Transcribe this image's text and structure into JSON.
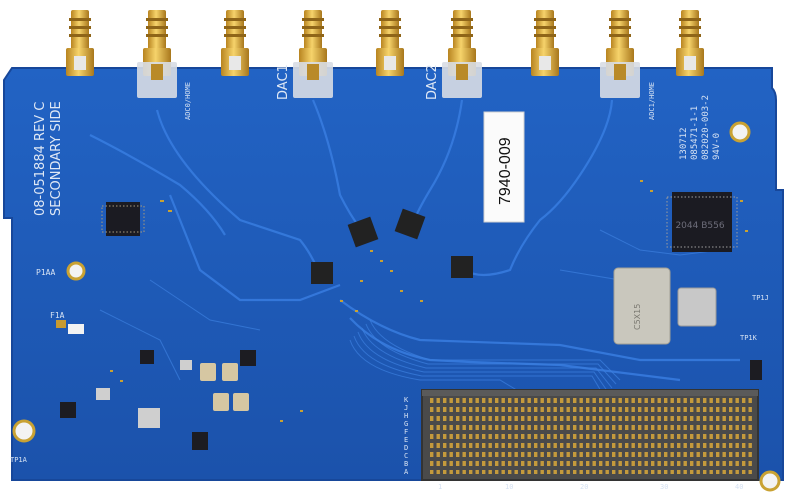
{
  "board": {
    "part_number": "08-051884 REV C",
    "side_label": "SECONDARY SIDE",
    "sticker": "7940-009",
    "port_labels": {
      "dac1": "DAC1",
      "dac2": "DAC2",
      "adc0": "ADC0/HOME",
      "adc1": "ADC1/HOME"
    },
    "right_info": [
      "130712",
      "085471-1-1",
      "082020-003-2",
      "94V-0"
    ],
    "components": {
      "chip_marking": "2044\nB556",
      "oscillator_marking": "C5X15",
      "p1aa": "P1AA",
      "tp1a": "TP1A",
      "f1a": "F1A",
      "tp1k": "TP1K",
      "tp1j": "TP1J"
    },
    "connector_rows": [
      "A",
      "B",
      "C",
      "D",
      "E",
      "F",
      "G",
      "H",
      "J",
      "K"
    ],
    "connector_cols": [
      "1",
      "10",
      "20",
      "30",
      "40"
    ]
  },
  "colors": {
    "pcb": "#1f5bb8",
    "pcb_dark": "#1a4ea3",
    "trace": "#2b6fd1",
    "gold": "#e0b347",
    "silk": "#dfe8f5",
    "chip": "#1c1c22"
  }
}
